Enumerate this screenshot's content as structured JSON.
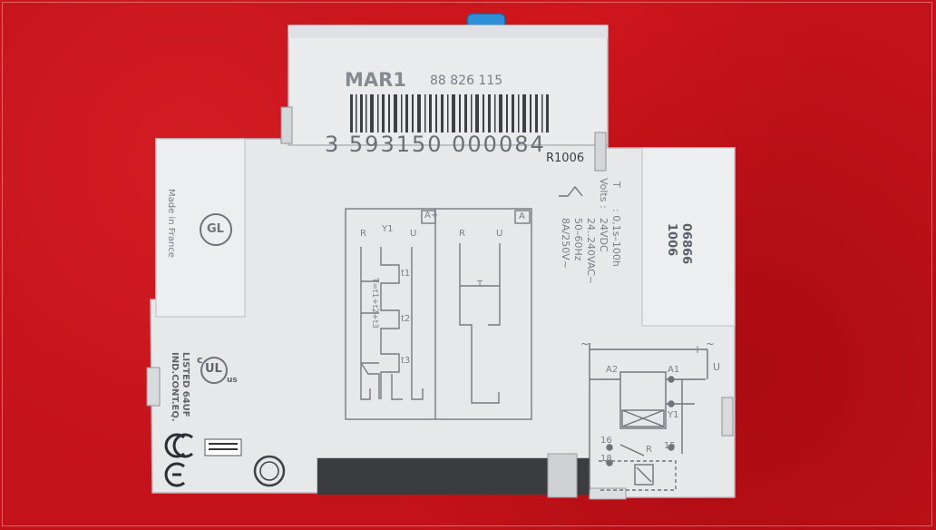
{
  "device": {
    "model": "MAR1",
    "part_number": "88 826 115",
    "barcode_number": "3 593150 000084",
    "revision": "R1006",
    "made_in": "Made in France",
    "gl_logo": "GL",
    "ul_text": "LISTED 64UF",
    "ul_text2": "IND.CONT.EQ.",
    "ul_mark": "UL",
    "ul_c": "c",
    "ul_us": "us",
    "ce_mark": "CE",
    "date_code_1": "06866",
    "date_code_2": "1006",
    "specs": {
      "t_label": "T",
      "t_value": ": 0,1s–100h",
      "volts_label": "Volts :",
      "volts_dc": "24VDC",
      "volts_ac": "24..240VAC~",
      "freq": "50–60Hz",
      "rating": "8A/250V~"
    },
    "diagram_a_plus": {
      "tag": "A+",
      "labels": [
        "U",
        "Y1",
        "R",
        "t1",
        "t2",
        "t3"
      ],
      "formula": "T=t1+t2+t3"
    },
    "diagram_a": {
      "tag": "A",
      "labels": [
        "U",
        "R",
        "T"
      ]
    },
    "wiring": {
      "terminals": [
        "A1",
        "A2",
        "Y1",
        "15",
        "16",
        "18",
        "R"
      ],
      "supply": [
        "~",
        "+",
        "~",
        "U"
      ]
    },
    "colors": {
      "background": "#c4121a",
      "housing": "#e6e8ea",
      "print": "#70757c",
      "knob": "#2e8fd6"
    }
  }
}
